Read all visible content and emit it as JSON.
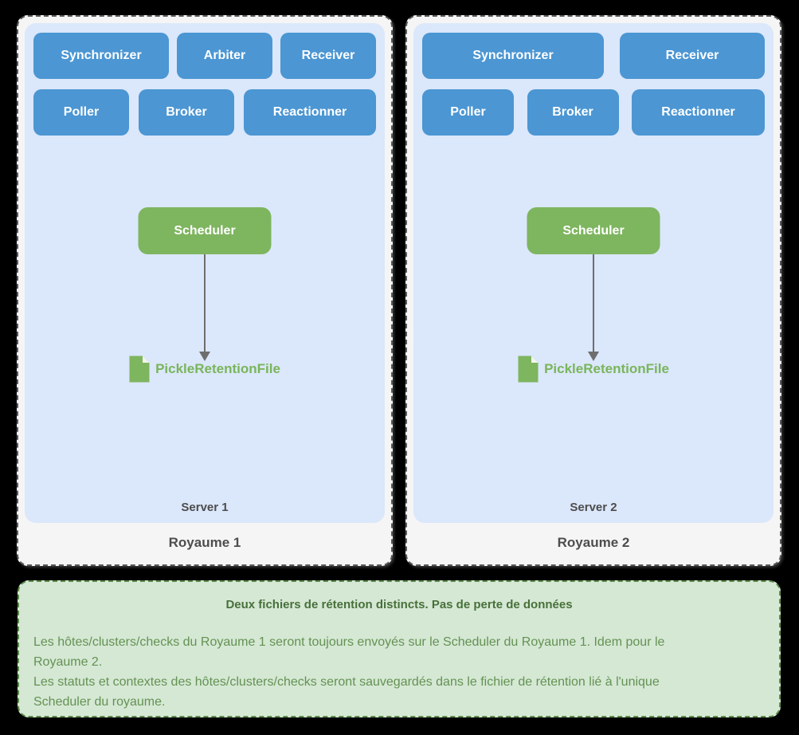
{
  "royaumes": [
    {
      "row1": [
        "Synchronizer",
        "Arbiter",
        "Receiver"
      ],
      "row2": [
        "Poller",
        "Broker",
        "Reactionner"
      ],
      "scheduler": "Scheduler",
      "retention_file": "PickleRetentionFile",
      "server_label": "Server 1",
      "royaume_label": "Royaume 1"
    },
    {
      "row1": [
        "Synchronizer",
        "Receiver"
      ],
      "row2": [
        "Poller",
        "Broker",
        "Reactionner"
      ],
      "scheduler": "Scheduler",
      "retention_file": "PickleRetentionFile",
      "server_label": "Server 2",
      "royaume_label": "Royaume 2"
    }
  ],
  "note": {
    "title": "Deux fichiers de rétention distincts. Pas de perte de données",
    "body_lines": [
      "Les hôtes/clusters/checks du Royaume 1 seront toujours envoyés sur le Scheduler du Royaume 1. Idem pour le",
      "Royaume 2.",
      "Les statuts et contextes des hôtes/clusters/checks seront sauvegardés dans le fichier de rétention lié à l'unique",
      "Scheduler du royaume."
    ]
  },
  "icons": {
    "retention_file": "file-icon",
    "arrow": "arrow-down-icon"
  },
  "colors": {
    "background": "#000000",
    "panel_bg": "#f5f5f5",
    "panel_border": "#5a5a5a",
    "server_bg": "#dbe7fa",
    "daemon_box": "#4b96d3",
    "daemon_text": "#ffffff",
    "scheduler_box": "#7eb55f",
    "retention_text": "#79b55b",
    "arrow": "#6e6e6e",
    "label_text": "#4d4d4d",
    "note_bg": "#d5e8d4",
    "note_border": "#5d8a4a",
    "note_title_text": "#47703a",
    "note_body_text": "#649253"
  }
}
